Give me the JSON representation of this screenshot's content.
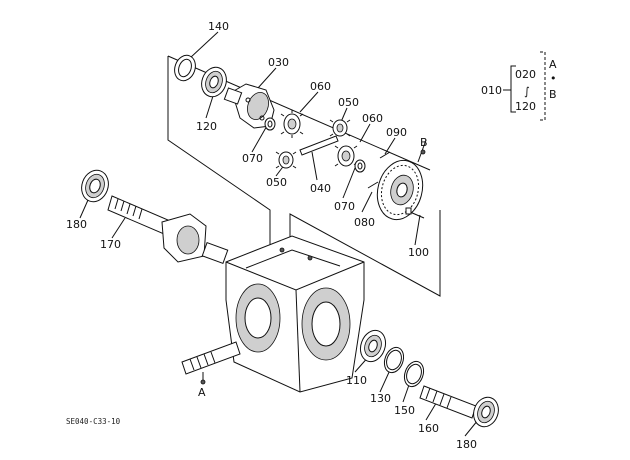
{
  "diagram": {
    "callouts": {
      "c140": "140",
      "c030": "030",
      "c120a": "120",
      "c060a": "060",
      "c050a": "050",
      "c060b": "060",
      "c090": "090",
      "c070a": "070",
      "c050b": "050",
      "c040": "040",
      "cB": "B",
      "c070b": "070",
      "c080": "080",
      "c100": "100",
      "c180a": "180",
      "c170": "170",
      "c110": "110",
      "c130": "130",
      "c150": "150",
      "c160": "160",
      "c180b": "180",
      "cA": "A"
    },
    "legend": {
      "main": "010",
      "top": "020",
      "bottom": "120",
      "tilde": "∫",
      "letter_a": "A",
      "bullet": "•",
      "letter_b": "B"
    },
    "reference_code": "SE040-C33-10"
  }
}
